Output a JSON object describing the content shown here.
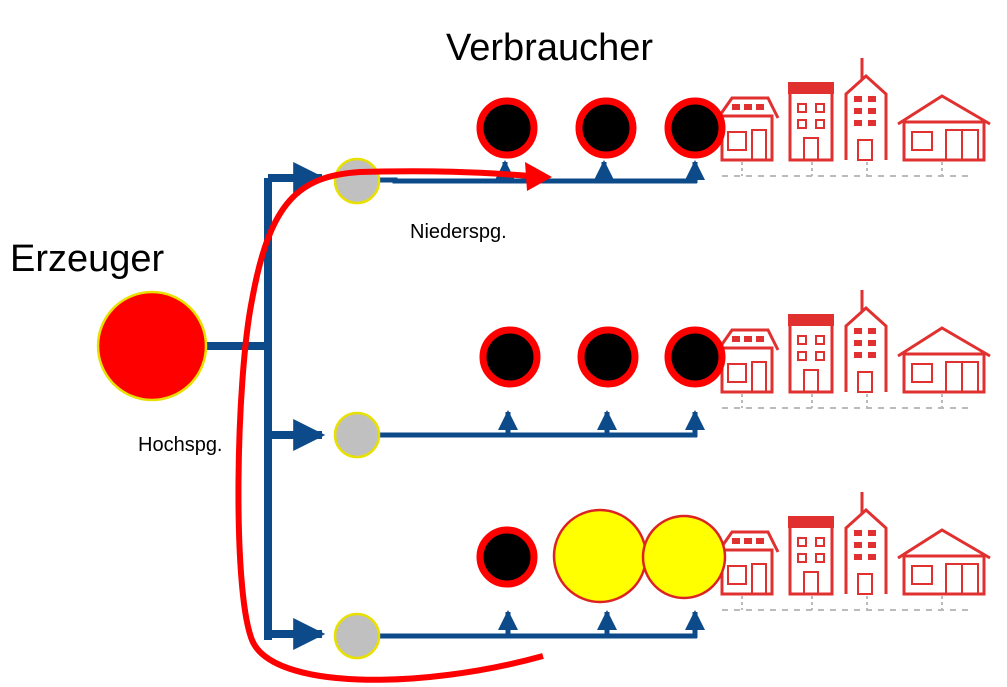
{
  "labels": {
    "consumers": "Verbraucher",
    "producer": "Erzeuger",
    "low_voltage": "Niederspg.",
    "high_voltage": "Hochspg."
  },
  "colors": {
    "line": "#0d4a8a",
    "producer": "#ff0000",
    "transformer": "#c0c0c0",
    "consumer_fill": "#000000",
    "consumer_ring": "#ff0000",
    "generator_fill": "#ffff00",
    "outline_yellow": "#e8e000",
    "flow_arrow": "#ff0000",
    "house_icons": "#e03030"
  },
  "icons": {
    "houses": "town-houses-icon",
    "transformer": "transformer-node-icon",
    "consumer": "consumer-node-icon"
  }
}
